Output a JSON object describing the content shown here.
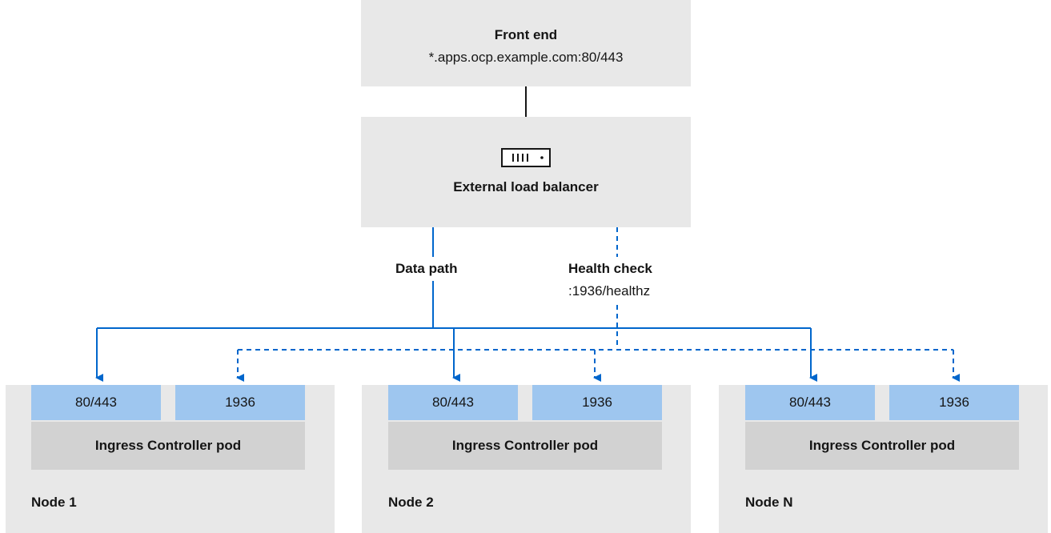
{
  "frontend": {
    "title": "Front end",
    "host": "*.apps.ocp.example.com:80/443"
  },
  "load_balancer": {
    "title": "External load balancer",
    "icon": "server-rack-icon"
  },
  "paths": {
    "data_path": "Data path",
    "health_check": "Health check",
    "health_check_port": ":1936/healthz"
  },
  "nodes": [
    {
      "name": "Node 1",
      "ports": [
        "80/443",
        "1936"
      ],
      "pod": "Ingress Controller pod"
    },
    {
      "name": "Node 2",
      "ports": [
        "80/443",
        "1936"
      ],
      "pod": "Ingress Controller pod"
    },
    {
      "name": "Node N",
      "ports": [
        "80/443",
        "1936"
      ],
      "pod": "Ingress Controller pod"
    }
  ],
  "colors": {
    "arrow": "#0066cc",
    "box": "#e8e8e8",
    "port": "#9ec6ef",
    "pod": "#d2d2d2"
  }
}
